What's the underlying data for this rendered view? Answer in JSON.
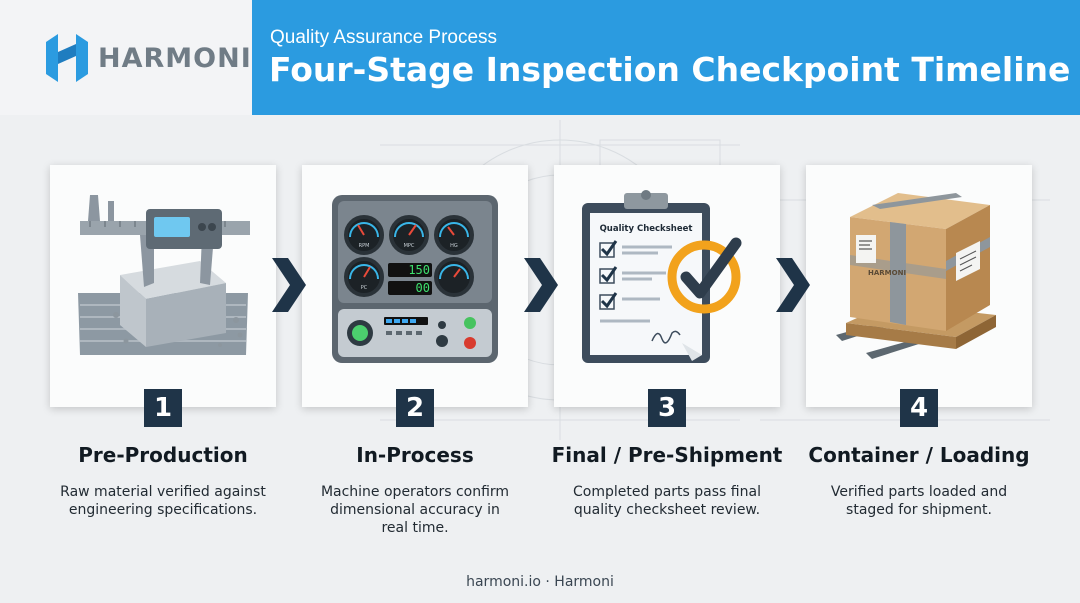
{
  "brand": {
    "name": "HARMONI",
    "icon": "harmoni-logo-icon"
  },
  "header": {
    "subtitle": "Quality Assurance Process",
    "title": "Four-Stage Inspection Checkpoint Timeline"
  },
  "colors": {
    "banner": "#2b9be0",
    "badge": "#1f3448",
    "chevron": "#1f3448",
    "accent_orange": "#f2a21c"
  },
  "stages": [
    {
      "number": "1",
      "title": "Pre-Production",
      "description": "Raw material verified against engineering specifications.",
      "icon": "caliper-icon"
    },
    {
      "number": "2",
      "title": "In-Process",
      "description": "Machine operators confirm dimensional accuracy in real time.",
      "icon": "control-panel-icon",
      "panel": {
        "gauge_labels": [
          "RPM",
          "MPC",
          "HG",
          "PC"
        ],
        "readouts": [
          "150",
          "00"
        ]
      }
    },
    {
      "number": "3",
      "title": "Final / Pre-Shipment",
      "description": "Completed parts pass final quality checksheet review.",
      "icon": "checksheet-icon",
      "sheet_title": "Quality Checksheet"
    },
    {
      "number": "4",
      "title": "Container / Loading",
      "description": "Verified parts loaded and staged for shipment.",
      "icon": "crate-pallet-icon",
      "crate_label": "HARMONI"
    }
  ],
  "footer": {
    "text": "harmoni.io · Harmoni"
  }
}
